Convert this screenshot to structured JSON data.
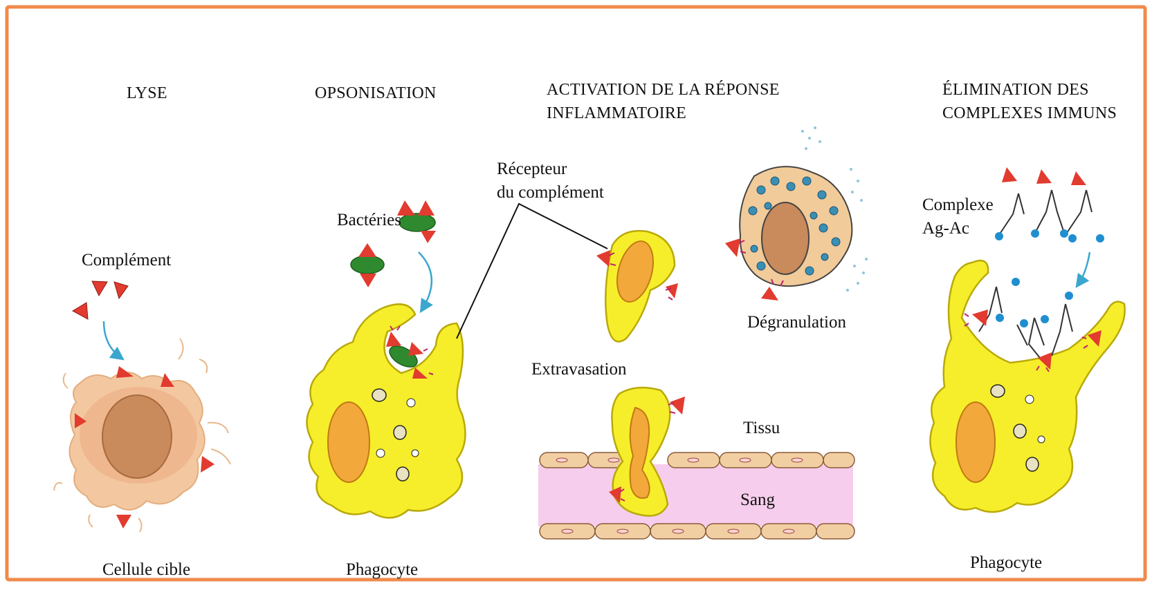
{
  "headings": {
    "lysis": "LYSE",
    "opsonization": "OPSONISATION",
    "inflammation": "ACTIVATION DE LA RÉPONSE\nINFLAMMATOIRE",
    "elimination": "ÉLIMINATION DES\nCOMPLEXES IMMUNS"
  },
  "labels": {
    "complement": "Complément",
    "target_cell": "Cellule cible",
    "bacteria": "Bactéries",
    "phagocyte_1": "Phagocyte",
    "complement_receptor": "Récepteur\ndu complément",
    "degranulation": "Dégranulation",
    "extravasation": "Extravasation",
    "tissue": "Tissu",
    "blood": "Sang",
    "immune_complex": "Complexe\nAg-Ac",
    "phagocyte_2": "Phagocyte"
  },
  "colors": {
    "frame": "#f08a4b",
    "phagocyte_yellow": "#f6ee2a",
    "nucleus_orange": "#f2a83a",
    "target_cell": "#f3c8a0",
    "target_nucleus": "#c98a5c",
    "complement_red": "#e23b2f",
    "bacteria_green": "#2f8a2f",
    "arrow_blue": "#3aa7cf",
    "antibody_dot": "#1f8fd0",
    "blood": "#f6cdec",
    "endothelium": "#f2cfa2",
    "mast_cell": "#f2cb9a"
  }
}
